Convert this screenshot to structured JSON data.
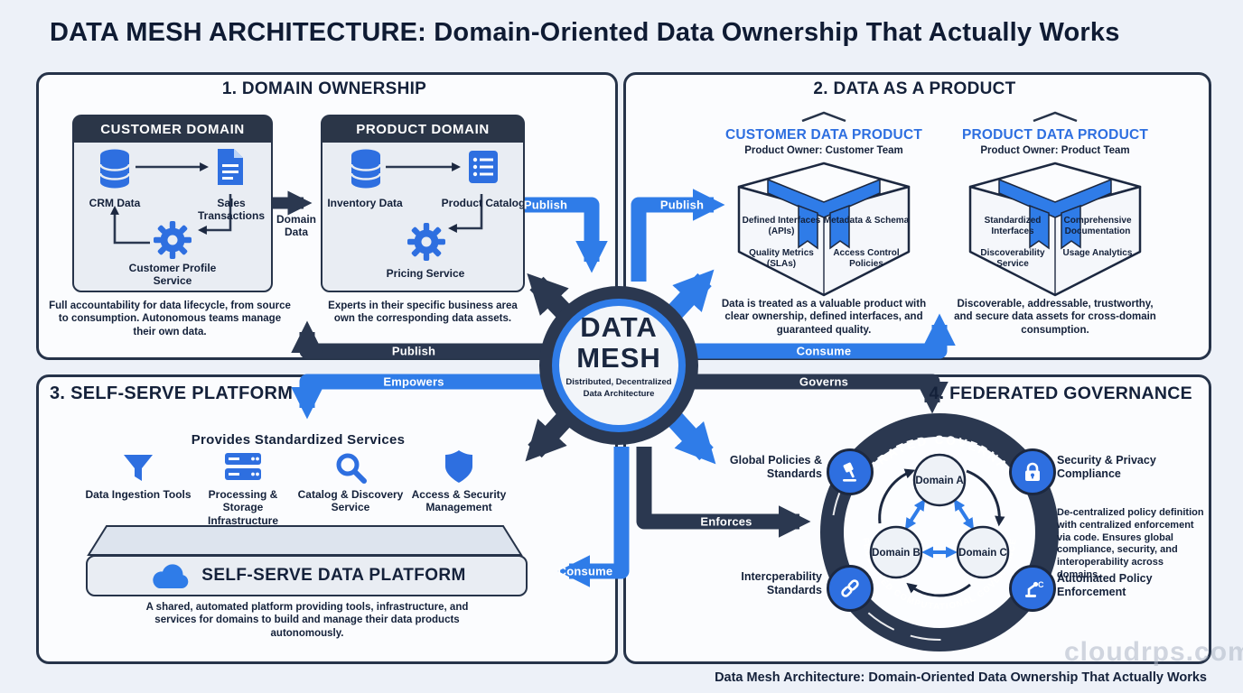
{
  "title": {
    "bold": "DATA MESH ARCHITECTURE:",
    "rest": "Domain-Oriented Data Ownership That Actually Works"
  },
  "center": {
    "line1": "DATA",
    "line2": "MESH",
    "sub1": "Distributed, Decentralized",
    "sub2": "Data Architecture"
  },
  "flows": {
    "publish_top_left": "Publish",
    "publish_top_right": "Publish",
    "publish_bottom": "Publish",
    "empowers": "Empowers",
    "consume_right": "Consume",
    "governs": "Governs",
    "enforces": "Enforces",
    "consume_left": "Consume",
    "domain_data": "Domain Data"
  },
  "q1": {
    "heading": "1. DOMAIN OWNERSHIP",
    "customer": {
      "title": "CUSTOMER DOMAIN",
      "items": [
        "CRM Data",
        "Sales Transactions",
        "Customer Profile Service"
      ],
      "caption": "Full accountability for data lifecycle, from source to consumption. Autonomous teams manage their own data."
    },
    "product": {
      "title": "PRODUCT DOMAIN",
      "items": [
        "Inventory Data",
        "Product Catalog",
        "Pricing Service"
      ],
      "caption": "Experts in their specific business area own the corresponding data assets."
    }
  },
  "q2": {
    "heading": "2. DATA AS A PRODUCT",
    "left": {
      "title": "CUSTOMER DATA PRODUCT",
      "owner": "Product Owner: Customer Team",
      "features": [
        "Defined Interfaces (APIs)",
        "Metadata & Schema",
        "Quality Metrics (SLAs)",
        "Access Control Policies"
      ],
      "caption": "Data is treated as a valuable product with clear ownership, defined interfaces, and guaranteed quality."
    },
    "right": {
      "title": "PRODUCT DATA PRODUCT",
      "owner": "Product Owner: Product Team",
      "features": [
        "Standardized Interfaces",
        "Comprehensive Documentation",
        "Discoverability Service",
        "Usage Analytics"
      ],
      "caption": "Discoverable, addressable, trustworthy, and secure data assets for cross-domain consumption."
    }
  },
  "q3": {
    "heading": "3. SELF-SERVE PLATFORM",
    "subheading": "Provides Standardized Services",
    "services": [
      "Data Ingestion Tools",
      "Processing & Storage Infrastructure",
      "Catalog & Discovery Service",
      "Access & Security Management"
    ],
    "platform": "SELF-SERVE DATA PLATFORM",
    "caption": "A shared, automated platform providing tools, infrastructure, and services for domains to build and manage their data products autonomously."
  },
  "q4": {
    "heading": "4. FEDERATED GOVERNANCE",
    "ring_top": "FEDERATED COVERNANCE",
    "ring_bottom": "FEDERATED COMPUTATIONAL GOVERNANCE",
    "domains": [
      "Domain A",
      "Domain B",
      "Domain C"
    ],
    "labels": {
      "global": "Global Policies & Standards",
      "security": "Security & Privacy Compliance",
      "interop": "Intercperability Standards",
      "automated": "Automated Policy Enforcement"
    },
    "description": "De-centralized policy definition with centralized enforcement via code. Ensures global compliance, security, and interoperability across domains."
  },
  "footer": {
    "caption": "Data Mesh Architecture: Domain-Oriented Data Ownership That Actually Works",
    "watermark": "cloudrps.com"
  },
  "colors": {
    "arrow_blue": "#2F7CE8",
    "icon_blue": "#2E6FE0",
    "navy": "#2B3850",
    "panel_border": "#263349",
    "background": "#EDF1F8"
  }
}
